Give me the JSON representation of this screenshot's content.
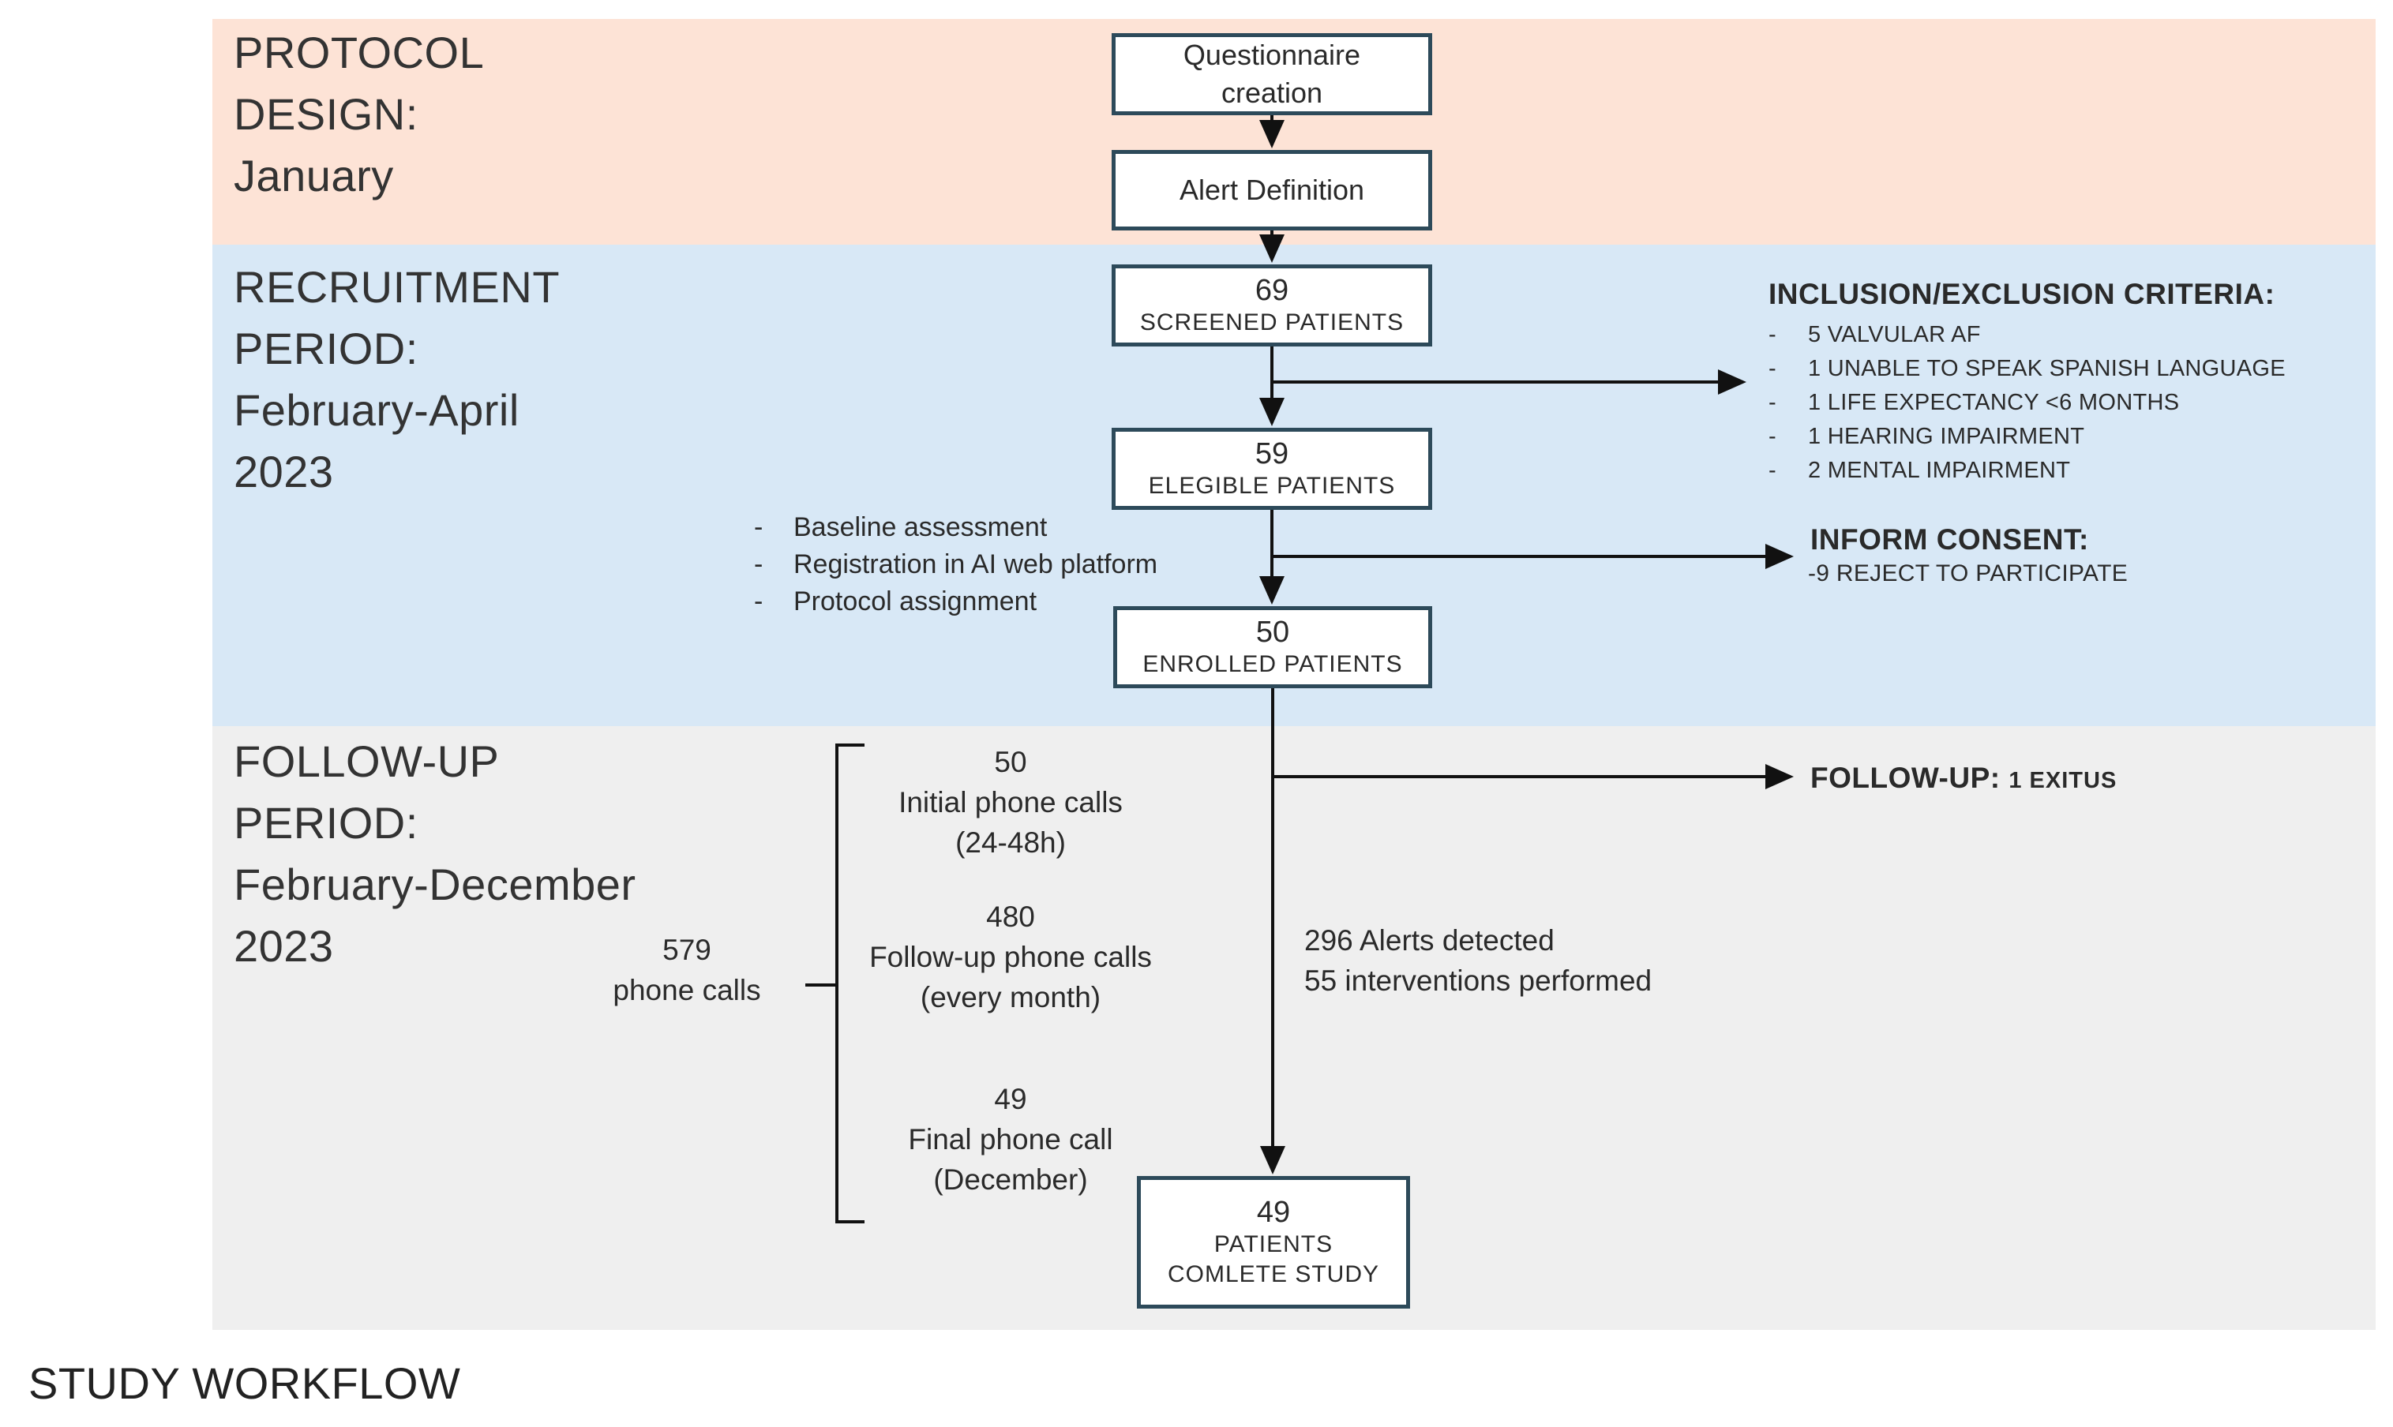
{
  "phases": {
    "protocol": "PROTOCOL\nDESIGN:\nJanuary",
    "recruitment": "RECRUITMENT\nPERIOD:\nFebruary-April\n2023",
    "followup": "FOLLOW-UP\nPERIOD:\nFebruary-December\n2023"
  },
  "boxes": {
    "questionnaire": "Questionnaire\ncreation",
    "alert": "Alert Definition",
    "screened": {
      "count": "69",
      "label": "SCREENED PATIENTS"
    },
    "eligible": {
      "count": "59",
      "label": "ELEGIBLE PATIENTS"
    },
    "enrolled": {
      "count": "50",
      "label": "ENROLLED PATIENTS"
    },
    "complete": {
      "count": "49",
      "label_line1": "PATIENTS",
      "label_line2": "COMLETE STUDY"
    }
  },
  "criteria": {
    "title": "INCLUSION/EXCLUSION CRITERIA:",
    "items": [
      "5 VALVULAR AF",
      "1 UNABLE TO SPEAK SPANISH LANGUAGE",
      "1 LIFE EXPECTANCY <6 MONTHS",
      "1 HEARING IMPAIRMENT",
      "2 MENTAL IMPAIRMENT"
    ]
  },
  "consent": {
    "title": "INFORM CONSENT:",
    "detail": "-9 REJECT TO PARTICIPATE"
  },
  "baseline_steps": [
    "Baseline assessment",
    "Registration in AI web platform",
    "Protocol assignment"
  ],
  "followup_note": {
    "title": "FOLLOW-UP:",
    "detail": "1 EXITUS"
  },
  "calls": {
    "initial": {
      "count": "50",
      "line1": "Initial phone calls",
      "line2": "(24-48h)"
    },
    "monthly": {
      "count": "480",
      "line1": "Follow-up phone calls",
      "line2": "(every month)"
    },
    "final": {
      "count": "49",
      "line1": "Final phone call",
      "line2": "(December)"
    },
    "total": {
      "count": "579",
      "label": "phone calls"
    }
  },
  "alerts": {
    "line1": "296 Alerts detected",
    "line2": "55 interventions performed"
  },
  "caption": "STUDY WORKFLOW",
  "colors": {
    "protocol_band": "#fde3d6",
    "recruitment_band": "#d8e8f6",
    "followup_band": "#efefef",
    "box_border": "#2d4a5a"
  }
}
